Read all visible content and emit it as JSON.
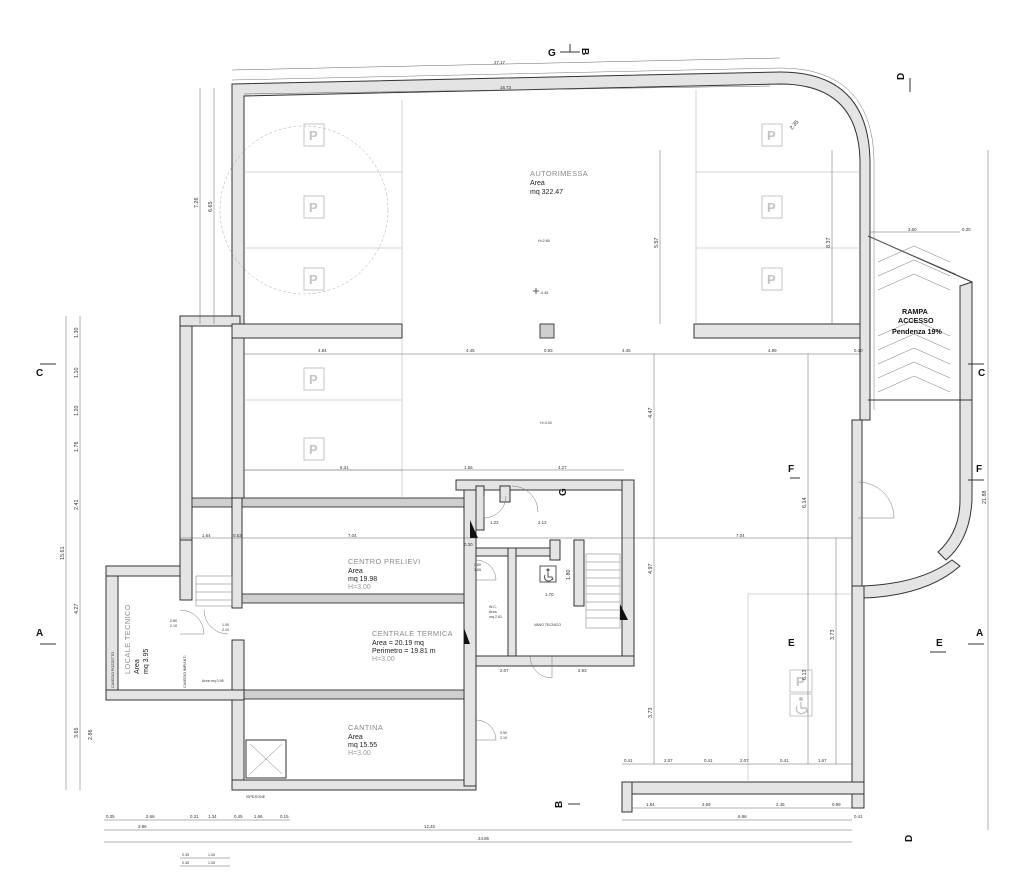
{
  "rooms": {
    "autorimessa": {
      "title": "AUTORIMESSA",
      "area_label": "Area",
      "area": "mq 322.47",
      "height": "H=2.80",
      "quota": "-0.45"
    },
    "centro_prelievi": {
      "title": "CENTRO PRELIEVI",
      "area_label": "Area",
      "area": "mq 19.98",
      "height": "H=3.00"
    },
    "centrale_termica": {
      "title": "CENTRALE TERMICA",
      "area": "Area = 20.19 mq",
      "perimetro": "Perimetro = 19.81 m",
      "height": "H=3.00"
    },
    "cantina": {
      "title": "CANTINA",
      "area_label": "Area",
      "area": "mq 15.55",
      "height": "H=3.00"
    },
    "locale_tecnico": {
      "title": "LOCALE TECNICO",
      "area_label": "Area",
      "area": "mq 3.95"
    },
    "corridor_height": "H=3.00",
    "wc": {
      "label": "W.C.",
      "area_label": "Area",
      "area": "mq 2.81"
    },
    "vano_tecnico": "VANO TECNICO",
    "cavedio_pozzetto": "CAVEDIO POZZETTO",
    "cavedio_impianti": "CAVEDIO IMPIANTI",
    "cavedio_impianti_area": "Area mq 0.95",
    "ispezione": "ISPEZIONE"
  },
  "ramp": {
    "line1": "RAMPA",
    "line2": "ACCESSO",
    "slope": "Pendenza 19%"
  },
  "parking_symbol": "P",
  "section_marks": {
    "a": "A",
    "b": "B",
    "c": "C",
    "d": "D",
    "e": "E",
    "f": "F",
    "g": "G"
  },
  "dimensions": {
    "top_total": "27.17",
    "top_inner": "16.73",
    "right_radius": "2.35",
    "left_h1": "7.26",
    "left_h2": "6.65",
    "mid_h": "5.57",
    "right_h": "8.37",
    "ramp_w": "3.60",
    "ramp_end": "0.30",
    "row_a": [
      "4.84",
      "4.45",
      "0.93",
      "4.45",
      "4.89",
      "0.30"
    ],
    "row_b": [
      "6.31",
      "1.66",
      "4.27"
    ],
    "row_c": [
      "1.64",
      "0.63",
      "7.04",
      "7.04"
    ],
    "bottom_row1": [
      "0.35",
      "2.66",
      "0.31",
      "1.34",
      "0.45",
      "1.66",
      "0.15"
    ],
    "bottom_row2": [
      "3.96",
      "12.45"
    ],
    "bottom_total": "24.86",
    "right_total": "21.88",
    "right_bottom_row1": [
      "0.41",
      "2.07",
      "0.41",
      "2.07",
      "0.41",
      "1.67"
    ],
    "right_bottom_row2": [
      "1.84",
      "2.69",
      "2.45",
      "0.99"
    ],
    "right_bottom_total": "6.96",
    "right_bottom_end": "0.41",
    "center_v": [
      "4.47",
      "4.97",
      "3.73",
      "3.73",
      "6.13",
      "6.14"
    ],
    "stair_w": "1.70",
    "stair_h": "1.80",
    "door_small": "0.30",
    "legend": [
      "0.35",
      "1.05",
      "0.35",
      "1.05"
    ],
    "small_a": "1.22",
    "small_b": "2.12",
    "small_c": "2.07",
    "small_d": "2.93",
    "left_v": [
      "1.30",
      "1.10",
      "1.20",
      "1.76",
      "2.41",
      "4.27",
      "3.65",
      "2.86"
    ],
    "left_total": "15.61",
    "misc": [
      "0.80",
      "2.10",
      "1.00",
      "2.10",
      "0.90",
      "2.10",
      "0.80",
      "1.65"
    ]
  },
  "colors": {
    "line": "#333333",
    "wall_fill": "#e4e4e4",
    "parking_grey": "#c4c4c4"
  }
}
